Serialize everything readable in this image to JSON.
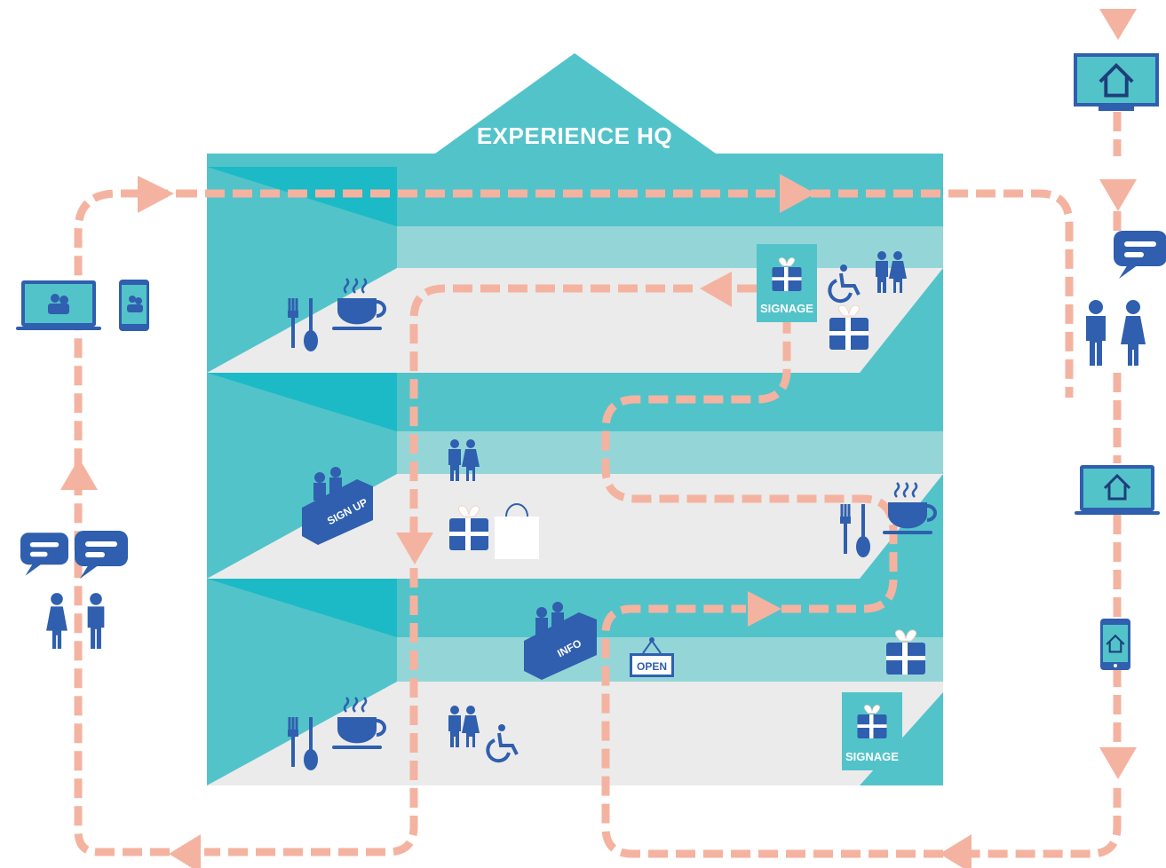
{
  "building": {
    "title": "EXPERIENCE HQ"
  },
  "labels": {
    "signage_top": "SIGNAGE",
    "signage_bottom": "SIGNAGE",
    "signup_desk": "SIGN UP",
    "info_desk": "INFO",
    "open_sign": "OPEN"
  },
  "colors": {
    "teal": "#53c3ca",
    "teal_dark": "#1bbac6",
    "teal_light": "#94d6d8",
    "floor": "#ebebeb",
    "icon_blue": "#2f5fae",
    "route": "#f4b3a0"
  },
  "icons": [
    "laptop-icon",
    "tablet-icon",
    "speech-bubble-icon",
    "people-icon",
    "fork-spoon-icon",
    "coffee-cup-icon",
    "gift-icon",
    "shopping-bag-icon",
    "wheelchair-icon",
    "restroom-icon",
    "home-screen-icon",
    "phone-icon"
  ]
}
